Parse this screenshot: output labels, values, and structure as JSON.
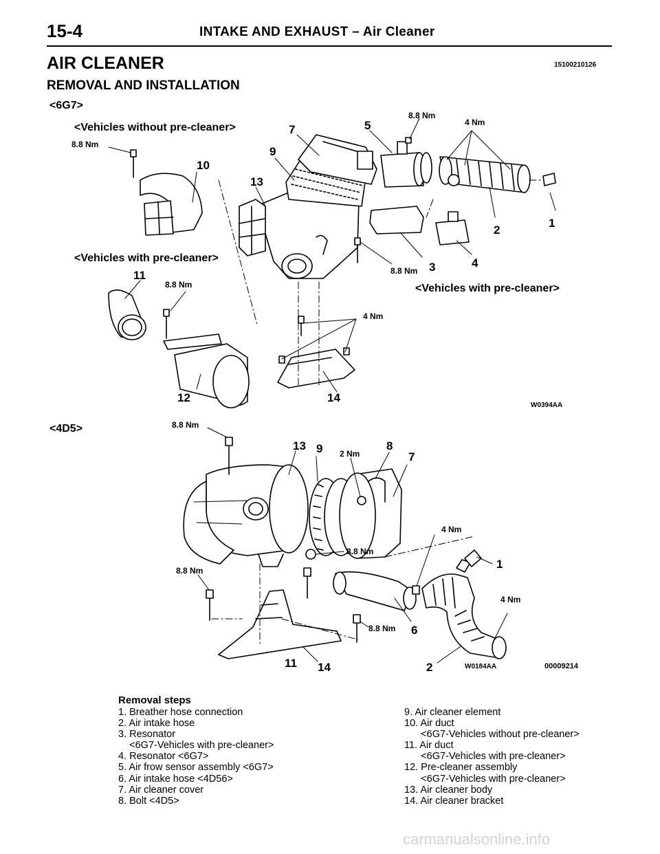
{
  "header": {
    "page_number": "15-4",
    "title": "INTAKE AND EXHAUST – Air Cleaner"
  },
  "section": {
    "title": "AIR CLEANER",
    "code": "15100210126",
    "subtitle": "REMOVAL AND INSTALLATION"
  },
  "diagram_6g7": {
    "engine_label": "<6G7>",
    "variant_without": "<Vehicles without pre-cleaner>",
    "variant_with_left": "<Vehicles with pre-cleaner>",
    "variant_with_right": "<Vehicles with pre-cleaner>",
    "figure_code": "W0394AA",
    "torques": {
      "t_top_left": "8.8 Nm",
      "t_top_center": "8.8 Nm",
      "t_top_right": "4 Nm",
      "t_mid": "8.8 Nm",
      "t_left": "8.8 Nm",
      "t_bracket": "4 Nm"
    },
    "callouts": {
      "c1": "1",
      "c2": "2",
      "c3": "3",
      "c4": "4",
      "c5": "5",
      "c7": "7",
      "c9": "9",
      "c10": "10",
      "c11": "11",
      "c12": "12",
      "c13": "13",
      "c14": "14"
    }
  },
  "diagram_4d5": {
    "engine_label": "<4D5>",
    "figure_code": "W0184AA",
    "doc_number": "00009214",
    "torques": {
      "t_top": "8.8 Nm",
      "t_2nm": "2 Nm",
      "t_4nm_top": "4 Nm",
      "t_center": "8.8 Nm",
      "t_left": "8.8 Nm",
      "t_4nm_right": "4 Nm",
      "t_bottom": "8.8 Nm"
    },
    "callouts": {
      "c1": "1",
      "c2": "2",
      "c6": "6",
      "c7": "7",
      "c8": "8",
      "c9": "9",
      "c13": "13",
      "c14": "14",
      "c11": "11"
    }
  },
  "removal_steps": {
    "title": "Removal steps",
    "left_column": [
      "1. Breather hose connection",
      "2. Air intake hose",
      "3. Resonator",
      "    <6G7-Vehicles with pre-cleaner>",
      "4. Resonator <6G7>",
      "5. Air frow sensor assembly <6G7>",
      "6. Air intake hose <4D56>",
      "7. Air cleaner cover",
      "8. Bolt <4D5>"
    ],
    "right_column": [
      "9. Air cleaner element",
      "10. Air duct",
      "      <6G7-Vehicles without pre-cleaner>",
      "11. Air duct",
      "      <6G7-Vehicles with pre-cleaner>",
      "12. Pre-cleaner assembly",
      "      <6G7-Vehicles with pre-cleaner>",
      "13. Air cleaner body",
      "14. Air cleaner bracket"
    ]
  },
  "footer": {
    "watermark": "carmanualsonline.info"
  }
}
